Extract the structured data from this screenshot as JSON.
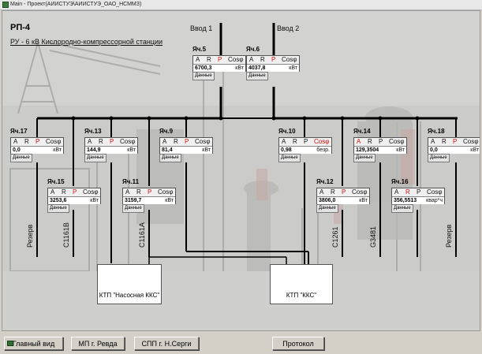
{
  "window": {
    "title": "Main - Проект(АИИСТУЭ\\АИИСТУЭ_ОАО_НСММЗ)"
  },
  "header": {
    "title": "РП-4",
    "subtitle": "РУ - 6 кВ Кислородно-компрессорной станции"
  },
  "feeds": {
    "feed1": "Ввод 1",
    "feed2": "Ввод 2"
  },
  "param_labels": {
    "a": "A",
    "r": "R",
    "p": "P",
    "cos": "Cosφ",
    "data_btn": "Данные"
  },
  "cells": {
    "c5": {
      "name": "Яч.5",
      "value": "6700,3",
      "unit": "кВт"
    },
    "c6": {
      "name": "Яч.6",
      "value": "4037,8",
      "unit": "кВт"
    },
    "c17": {
      "name": "Яч.17",
      "value": "0,0",
      "unit": "кВт"
    },
    "c13": {
      "name": "Яч.13",
      "value": "144,9",
      "unit": "кВт"
    },
    "c9": {
      "name": "Яч.9",
      "value": "81,4",
      "unit": "кВт"
    },
    "c10": {
      "name": "Яч.10",
      "value": "0,98",
      "unit": "безр."
    },
    "c14": {
      "name": "Яч.14",
      "value": "129,3504",
      "unit": "кВт"
    },
    "c18": {
      "name": "Яч.18",
      "value": "0,0",
      "unit": "кВт"
    },
    "c15": {
      "name": "Яч.15",
      "value": "3253,6",
      "unit": "кВт"
    },
    "c11": {
      "name": "Яч.11",
      "value": "3159,7",
      "unit": "кВт"
    },
    "c12": {
      "name": "Яч.12",
      "value": "3806,0",
      "unit": "кВт"
    },
    "c16": {
      "name": "Яч.16",
      "value": "356,5513",
      "unit": "квар*ч"
    }
  },
  "line_labels": {
    "rezerv_left": "Резерв",
    "c1161b": "С1161В",
    "c1161a": "С1161А",
    "c1261": "С1261",
    "g3481": "G3481",
    "rezerv_right": "Резерв"
  },
  "substations": {
    "nasosnaya": "КТП \"Насосная ККС\"",
    "kks": "КТП \"ККС\""
  },
  "nav": {
    "main": "Главный вид",
    "revda": "МП г. Ревда",
    "sergi": "СПП г. Н.Серги",
    "protocol": "Протокол"
  }
}
